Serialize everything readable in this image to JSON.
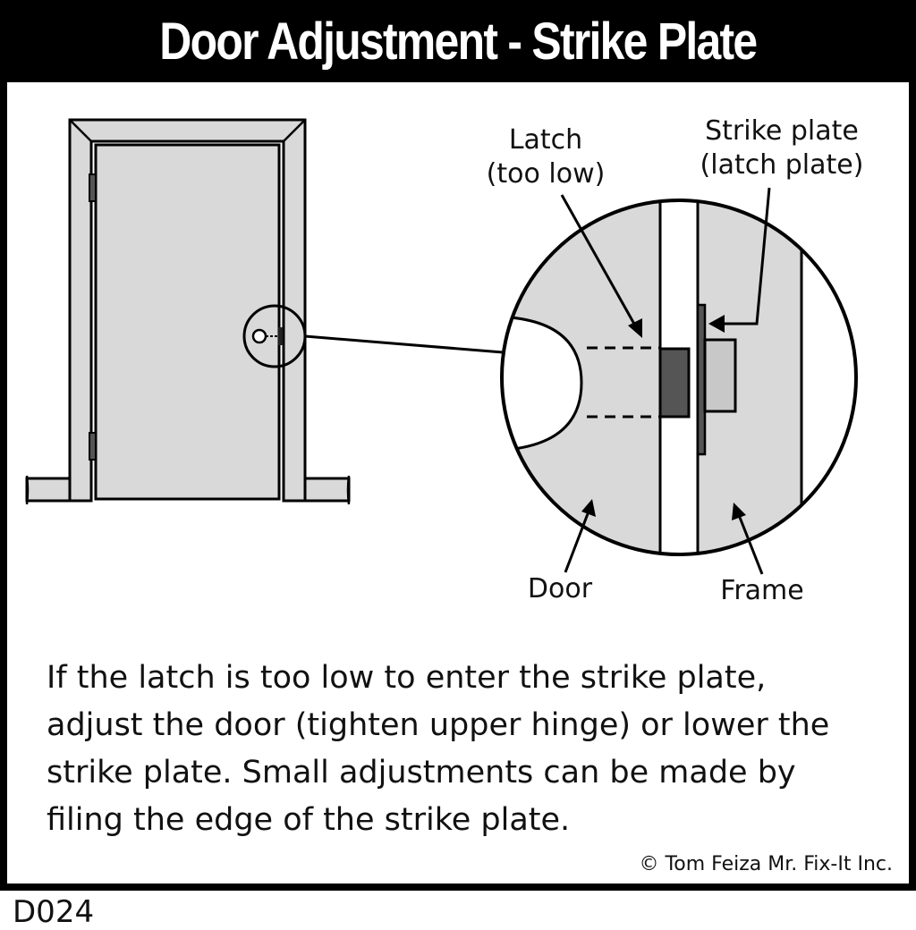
{
  "title": "Door Adjustment - Strike Plate",
  "labels": {
    "latch_line1": "Latch",
    "latch_line2": "(too low)",
    "strike_line1": "Strike plate",
    "strike_line2": "(latch plate)",
    "door": "Door",
    "frame": "Frame"
  },
  "caption_lines": [
    "If the latch is too low to enter the strike plate,",
    "adjust the door (tighten upper hinge) or lower the",
    "strike plate.  Small adjustments can be made by",
    "filing the edge of the strike plate."
  ],
  "copyright": "© Tom Feiza Mr. Fix-It Inc.",
  "code": "D024",
  "colors": {
    "border": "#000000",
    "door_fill": "#d9d9d9",
    "latch_fill": "#555555",
    "strike_fill": "#c8c8c8",
    "background": "#ffffff"
  }
}
